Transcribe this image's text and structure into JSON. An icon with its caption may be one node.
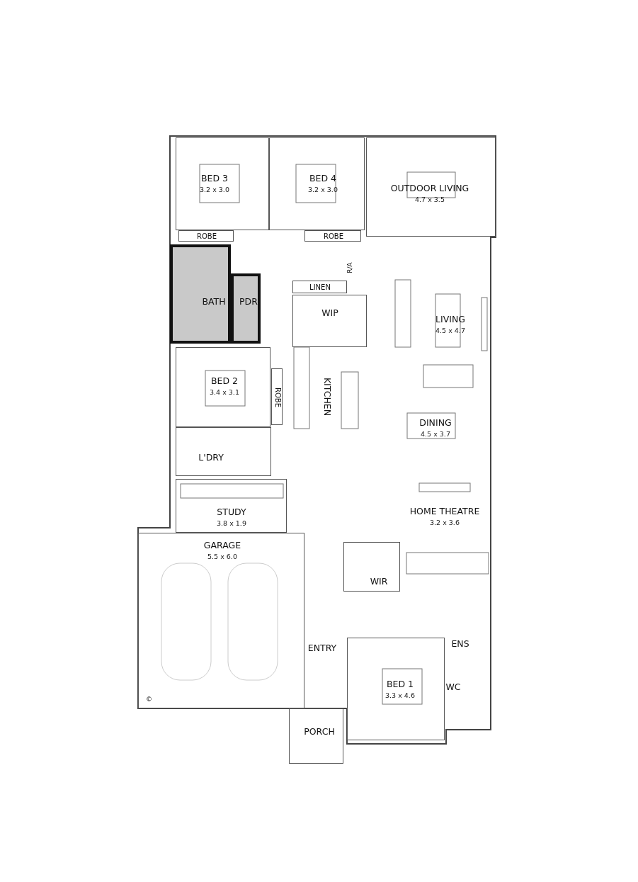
{
  "diagram": {
    "nodes": [
      {
        "text": [
          "BED 3",
          "3.2 x 3.0"
        ]
      },
      {
        "text": [
          "BED 4",
          "3.2 x 3.0"
        ]
      },
      {
        "text": [
          "OUTDOOR LIVING",
          "4.7 x 3.5"
        ]
      },
      {
        "text": [
          "ROBE"
        ]
      },
      {
        "text": [
          "ROBE"
        ]
      },
      {
        "text": [
          "BATH"
        ]
      },
      {
        "text": [
          "PDR"
        ]
      },
      {
        "text": [
          "LINEN"
        ]
      },
      {
        "text": [
          "WIP"
        ]
      },
      {
        "text": [
          "LIVING",
          "4.5 x 4.7"
        ]
      },
      {
        "text": [
          "BED 2",
          "3.4 x 3.1"
        ]
      },
      {
        "text": [
          "ROBE"
        ]
      },
      {
        "text": [
          "KITCHEN"
        ]
      },
      {
        "text": [
          "DINING",
          "4.5 x 3.7"
        ]
      },
      {
        "text": [
          "L'DRY"
        ]
      },
      {
        "text": [
          "STUDY",
          "3.8 x 1.9"
        ]
      },
      {
        "text": [
          "HOME THEATRE",
          "3.2 x 3.6"
        ]
      },
      {
        "text": [
          "GARAGE",
          "5.5 x 6.0"
        ]
      },
      {
        "text": [
          "WIR"
        ]
      },
      {
        "text": [
          "ENTRY"
        ]
      },
      {
        "text": [
          "ENS"
        ]
      },
      {
        "text": [
          "BED 1",
          "3.3 x 4.6"
        ]
      },
      {
        "text": [
          "WC"
        ]
      },
      {
        "text": [
          "PORCH"
        ]
      }
    ],
    "edges": [],
    "labels": [
      "R/A",
      "©"
    ]
  }
}
